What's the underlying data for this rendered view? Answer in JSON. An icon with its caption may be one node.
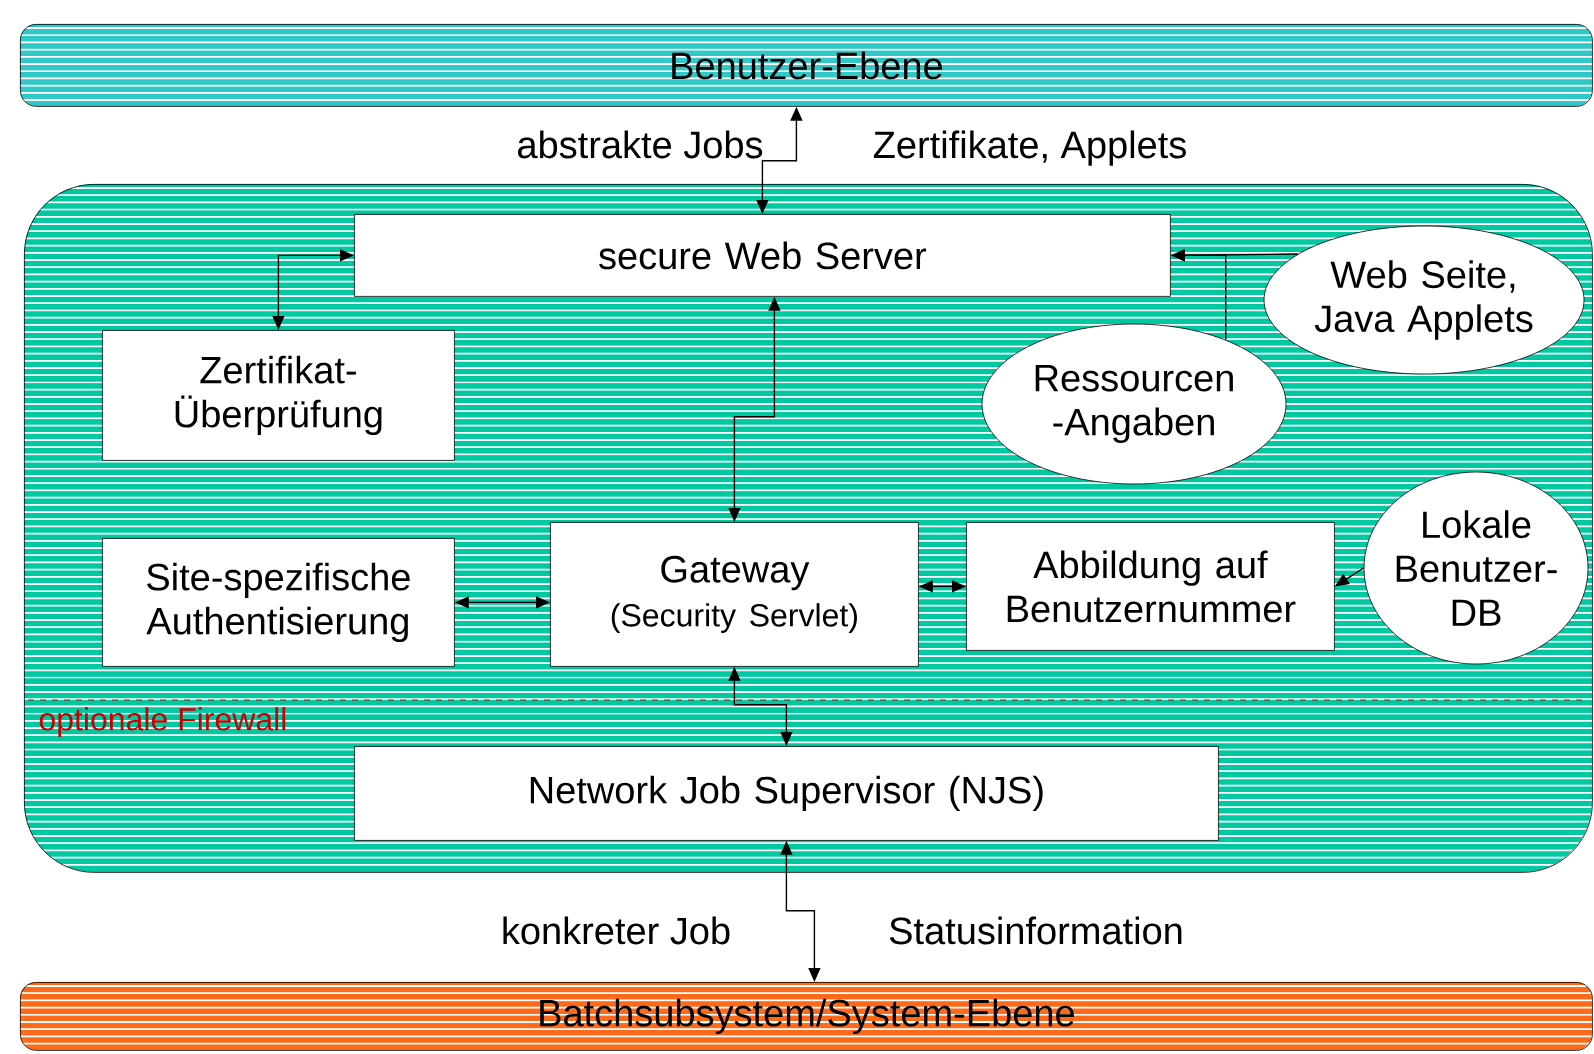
{
  "diagram": {
    "nodes": [
      {
        "text": [
          "Benutzer-Ebene"
        ]
      },
      {
        "text": [],
        "shape": "box"
      },
      {
        "text": [
          "secure Web Server"
        ],
        "in": 1
      },
      {
        "text": [
          "Zertifikat-Überprüfung"
        ],
        "in": 1
      },
      {
        "text": [
          "Web Seite, Java Applets"
        ],
        "in": 1
      },
      {
        "text": [
          "Ressourcen -Angaben"
        ],
        "in": 1
      },
      {
        "text": [
          "Site-spezifische Authentisierung"
        ],
        "in": 1
      },
      {
        "text": [
          "Gateway",
          "(Security Servlet)"
        ],
        "in": 1
      },
      {
        "text": [
          "Abbildung auf Benutzernummer"
        ],
        "in": 1
      },
      {
        "text": [
          "Lokale Benutzer-DB"
        ],
        "in": 1
      },
      {
        "text": [
          "Network Job Supervisor (NJS)"
        ],
        "in": 1
      },
      {
        "text": [
          "Batchsubsystem/System-Ebene"
        ]
      }
    ],
    "edges": [
      {
        "from": 0,
        "to": 2,
        "arrow": "both"
      },
      {
        "from": 2,
        "to": 3,
        "arrow": "both"
      },
      {
        "from": 4,
        "to": 2,
        "arrow": "to"
      },
      {
        "from": 5,
        "to": 2,
        "arrow": "to"
      },
      {
        "from": 2,
        "to": 7,
        "arrow": "both"
      },
      {
        "from": 6,
        "to": 7,
        "arrow": "both"
      },
      {
        "from": 7,
        "to": 8,
        "arrow": "both"
      },
      {
        "from": 9,
        "to": 8,
        "arrow": "to"
      },
      {
        "from": 7,
        "to": 10,
        "arrow": "both"
      },
      {
        "from": 10,
        "to": 11,
        "arrow": "both"
      }
    ],
    "labels": [
      "abstrakte Jobs",
      "Zertifikate, Applets",
      "optionale Firewall",
      "konkreter Job",
      "Statusinformation"
    ]
  }
}
